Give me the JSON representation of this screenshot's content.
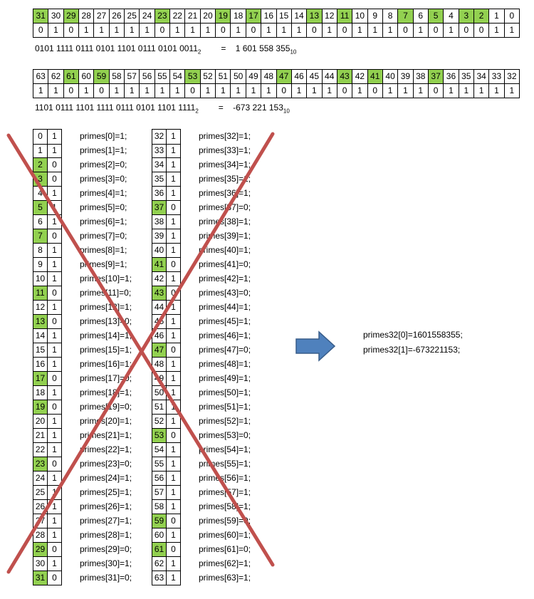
{
  "table_top": {
    "positions": [
      "31",
      "30",
      "29",
      "28",
      "27",
      "26",
      "25",
      "24",
      "23",
      "22",
      "21",
      "20",
      "19",
      "18",
      "17",
      "16",
      "15",
      "14",
      "13",
      "12",
      "11",
      "10",
      "9",
      "8",
      "7",
      "6",
      "5",
      "4",
      "3",
      "2",
      "1",
      "0"
    ],
    "bits": [
      "0",
      "1",
      "0",
      "1",
      "1",
      "1",
      "1",
      "1",
      "0",
      "1",
      "1",
      "1",
      "0",
      "1",
      "0",
      "1",
      "1",
      "1",
      "0",
      "1",
      "0",
      "1",
      "1",
      "1",
      "0",
      "1",
      "0",
      "1",
      "0",
      "0",
      "1",
      "1"
    ],
    "prime_positions": [
      "31",
      "29",
      "23",
      "19",
      "17",
      "13",
      "11",
      "7",
      "5",
      "3",
      "2"
    ],
    "binary": "0101 1111 0111 0101 1101 0111 0101 0011",
    "binary_sub": "2",
    "decimal_eq": "=",
    "decimal": "1 601 558 355",
    "decimal_sub": "10"
  },
  "table_bottom": {
    "positions": [
      "63",
      "62",
      "61",
      "60",
      "59",
      "58",
      "57",
      "56",
      "55",
      "54",
      "53",
      "52",
      "51",
      "50",
      "49",
      "48",
      "47",
      "46",
      "45",
      "44",
      "43",
      "42",
      "41",
      "40",
      "39",
      "38",
      "37",
      "36",
      "35",
      "34",
      "33",
      "32"
    ],
    "bits": [
      "1",
      "1",
      "0",
      "1",
      "0",
      "1",
      "1",
      "1",
      "1",
      "1",
      "0",
      "1",
      "1",
      "1",
      "1",
      "1",
      "0",
      "1",
      "1",
      "1",
      "0",
      "1",
      "0",
      "1",
      "1",
      "1",
      "0",
      "1",
      "1",
      "1",
      "1",
      "1"
    ],
    "prime_positions": [
      "61",
      "59",
      "53",
      "47",
      "43",
      "41",
      "37"
    ],
    "binary": "1101 0111 1101 1111 0111 0101 1101 1111",
    "binary_sub": "2",
    "decimal_eq": "=",
    "decimal": "-673 221 153",
    "decimal_sub": "10"
  },
  "list_left": [
    {
      "i": "0",
      "v": "1",
      "stmt": "primes[0]=1;",
      "prime": false
    },
    {
      "i": "1",
      "v": "1",
      "stmt": "primes[1]=1;",
      "prime": false
    },
    {
      "i": "2",
      "v": "0",
      "stmt": "primes[2]=0;",
      "prime": true
    },
    {
      "i": "3",
      "v": "0",
      "stmt": "primes[3]=0;",
      "prime": true
    },
    {
      "i": "4",
      "v": "1",
      "stmt": "primes[4]=1;",
      "prime": false
    },
    {
      "i": "5",
      "v": "1",
      "stmt": "primes[5]=0;",
      "prime": true
    },
    {
      "i": "6",
      "v": "1",
      "stmt": "primes[6]=1;",
      "prime": false
    },
    {
      "i": "7",
      "v": "0",
      "stmt": "primes[7]=0;",
      "prime": true
    },
    {
      "i": "8",
      "v": "1",
      "stmt": "primes[8]=1;",
      "prime": false
    },
    {
      "i": "9",
      "v": "1",
      "stmt": "primes[9]=1;",
      "prime": false
    },
    {
      "i": "10",
      "v": "1",
      "stmt": "primes[10]=1;",
      "prime": false
    },
    {
      "i": "11",
      "v": "0",
      "stmt": "primes[11]=0;",
      "prime": true
    },
    {
      "i": "12",
      "v": "1",
      "stmt": "primes[12]=1;",
      "prime": false
    },
    {
      "i": "13",
      "v": "0",
      "stmt": "primes[13]=0;",
      "prime": true
    },
    {
      "i": "14",
      "v": "1",
      "stmt": "primes[14]=1;",
      "prime": false
    },
    {
      "i": "15",
      "v": "1",
      "stmt": "primes[15]=1;",
      "prime": false
    },
    {
      "i": "16",
      "v": "1",
      "stmt": "primes[16]=1;",
      "prime": false
    },
    {
      "i": "17",
      "v": "0",
      "stmt": "primes[17]=0;",
      "prime": true
    },
    {
      "i": "18",
      "v": "1",
      "stmt": "primes[18]=1;",
      "prime": false
    },
    {
      "i": "19",
      "v": "0",
      "stmt": "primes[19]=0;",
      "prime": true
    },
    {
      "i": "20",
      "v": "1",
      "stmt": "primes[20]=1;",
      "prime": false
    },
    {
      "i": "21",
      "v": "1",
      "stmt": "primes[21]=1;",
      "prime": false
    },
    {
      "i": "22",
      "v": "1",
      "stmt": "primes[22]=1;",
      "prime": false
    },
    {
      "i": "23",
      "v": "0",
      "stmt": "primes[23]=0;",
      "prime": true
    },
    {
      "i": "24",
      "v": "1",
      "stmt": "primes[24]=1;",
      "prime": false
    },
    {
      "i": "25",
      "v": "1",
      "stmt": "primes[25]=1;",
      "prime": false
    },
    {
      "i": "26",
      "v": "1",
      "stmt": "primes[26]=1;",
      "prime": false
    },
    {
      "i": "27",
      "v": "1",
      "stmt": "primes[27]=1;",
      "prime": false
    },
    {
      "i": "28",
      "v": "1",
      "stmt": "primes[28]=1;",
      "prime": false
    },
    {
      "i": "29",
      "v": "0",
      "stmt": "primes[29]=0;",
      "prime": true
    },
    {
      "i": "30",
      "v": "1",
      "stmt": "primes[30]=1;",
      "prime": false
    },
    {
      "i": "31",
      "v": "0",
      "stmt": "primes[31]=0;",
      "prime": true
    }
  ],
  "list_right": [
    {
      "i": "32",
      "v": "1",
      "stmt": "primes[32]=1;",
      "prime": false
    },
    {
      "i": "33",
      "v": "1",
      "stmt": "primes[33]=1;",
      "prime": false
    },
    {
      "i": "34",
      "v": "1",
      "stmt": "primes[34]=1;",
      "prime": false
    },
    {
      "i": "35",
      "v": "1",
      "stmt": "primes[35]=1;",
      "prime": false
    },
    {
      "i": "36",
      "v": "1",
      "stmt": "primes[36]=1;",
      "prime": false
    },
    {
      "i": "37",
      "v": "0",
      "stmt": "primes[37]=0;",
      "prime": true
    },
    {
      "i": "38",
      "v": "1",
      "stmt": "primes[38]=1;",
      "prime": false
    },
    {
      "i": "39",
      "v": "1",
      "stmt": "primes[39]=1;",
      "prime": false
    },
    {
      "i": "40",
      "v": "1",
      "stmt": "primes[40]=1;",
      "prime": false
    },
    {
      "i": "41",
      "v": "0",
      "stmt": "primes[41]=0;",
      "prime": true
    },
    {
      "i": "42",
      "v": "1",
      "stmt": "primes[42]=1;",
      "prime": false
    },
    {
      "i": "43",
      "v": "0",
      "stmt": "primes[43]=0;",
      "prime": true
    },
    {
      "i": "44",
      "v": "1",
      "stmt": "primes[44]=1;",
      "prime": false
    },
    {
      "i": "45",
      "v": "1",
      "stmt": "primes[45]=1;",
      "prime": false
    },
    {
      "i": "46",
      "v": "1",
      "stmt": "primes[46]=1;",
      "prime": false
    },
    {
      "i": "47",
      "v": "0",
      "stmt": "primes[47]=0;",
      "prime": true
    },
    {
      "i": "48",
      "v": "1",
      "stmt": "primes[48]=1;",
      "prime": false
    },
    {
      "i": "49",
      "v": "1",
      "stmt": "primes[49]=1;",
      "prime": false
    },
    {
      "i": "50",
      "v": "1",
      "stmt": "primes[50]=1;",
      "prime": false
    },
    {
      "i": "51",
      "v": "1",
      "stmt": "primes[51]=1;",
      "prime": false
    },
    {
      "i": "52",
      "v": "1",
      "stmt": "primes[52]=1;",
      "prime": false
    },
    {
      "i": "53",
      "v": "0",
      "stmt": "primes[53]=0;",
      "prime": true
    },
    {
      "i": "54",
      "v": "1",
      "stmt": "primes[54]=1;",
      "prime": false
    },
    {
      "i": "55",
      "v": "1",
      "stmt": "primes[55]=1;",
      "prime": false
    },
    {
      "i": "56",
      "v": "1",
      "stmt": "primes[56]=1;",
      "prime": false
    },
    {
      "i": "57",
      "v": "1",
      "stmt": "primes[57]=1;",
      "prime": false
    },
    {
      "i": "58",
      "v": "1",
      "stmt": "primes[58]=1;",
      "prime": false
    },
    {
      "i": "59",
      "v": "0",
      "stmt": "primes[59]=0;",
      "prime": true
    },
    {
      "i": "60",
      "v": "1",
      "stmt": "primes[60]=1;",
      "prime": false
    },
    {
      "i": "61",
      "v": "0",
      "stmt": "primes[61]=0;",
      "prime": true
    },
    {
      "i": "62",
      "v": "1",
      "stmt": "primes[62]=1;",
      "prime": false
    },
    {
      "i": "63",
      "v": "1",
      "stmt": "primes[63]=1;",
      "prime": false
    }
  ],
  "output": {
    "line1": "primes32[0]=1601558355;",
    "line2": "primes32[1]=-673221153;"
  },
  "colors": {
    "prime_highlight": "#92d050",
    "cross": "#c0504d",
    "arrow_fill": "#4f81bd",
    "arrow_stroke": "#385d8a"
  },
  "icons": {
    "arrow": "arrow-right-icon",
    "cross": "cross-out-icon"
  }
}
